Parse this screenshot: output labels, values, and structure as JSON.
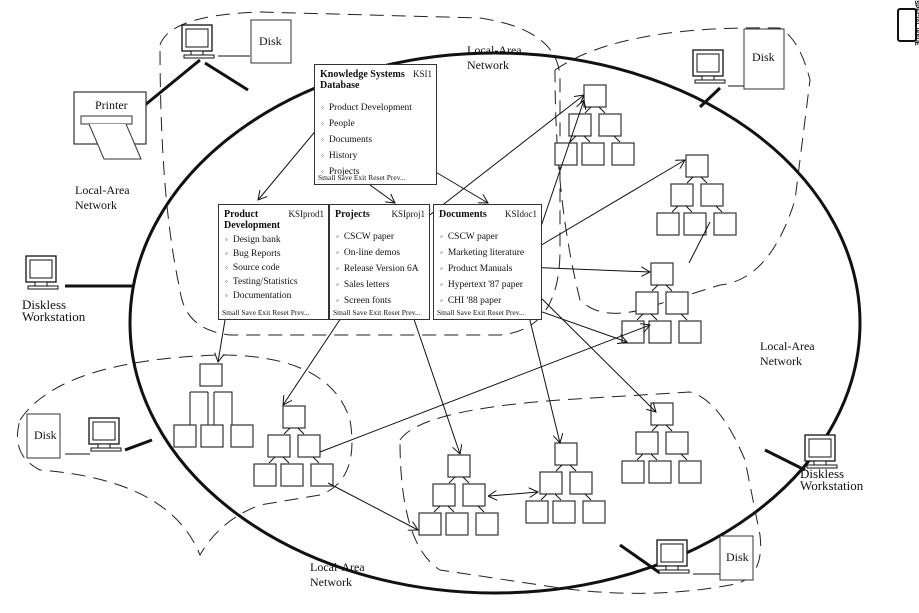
{
  "figure": {
    "badge": "SPECIAL ISSUE",
    "network_labels": [
      {
        "text_line1": "Local-Area",
        "text_line2": "Network"
      },
      {
        "text_line1": "Local-Area",
        "text_line2": "Network"
      },
      {
        "text_line1": "Local-Area",
        "text_line2": "Network"
      },
      {
        "text_line1": "Local-Area",
        "text_line2": "Network"
      }
    ],
    "devices": {
      "printer": "Printer",
      "disk": "Disk",
      "diskless_line1": "Diskless",
      "diskless_line2": "Workstation"
    },
    "cards": {
      "ksd": {
        "title": "Knowledge Systems Database",
        "code": "KSI1",
        "items": [
          "Product Development",
          "People",
          "Documents",
          "History",
          "Projects"
        ],
        "footer": "Small Save Exit Reset Prev..."
      },
      "product": {
        "title": "Product Development",
        "code": "KSIprod1",
        "items": [
          "Design bank",
          "Bug Reports",
          "Source code",
          "Testing/Statistics",
          "Documentation"
        ],
        "footer": "Small Save Exit Reset Prev..."
      },
      "projects": {
        "title": "Projects",
        "code": "KSIproj1",
        "items": [
          "CSCW paper",
          "On-line demos",
          "Release Version 6A",
          "Sales letters",
          "Screen fonts"
        ],
        "footer": "Small Save Exit Reset Prev..."
      },
      "documents": {
        "title": "Documents",
        "code": "KSIdoc1",
        "items": [
          "CSCW paper",
          "Marketing literature",
          "Product Manuals",
          "Hypertext '87 paper",
          "CHI '88 paper"
        ],
        "footer": "Small Save Exit Reset Prev..."
      }
    }
  }
}
